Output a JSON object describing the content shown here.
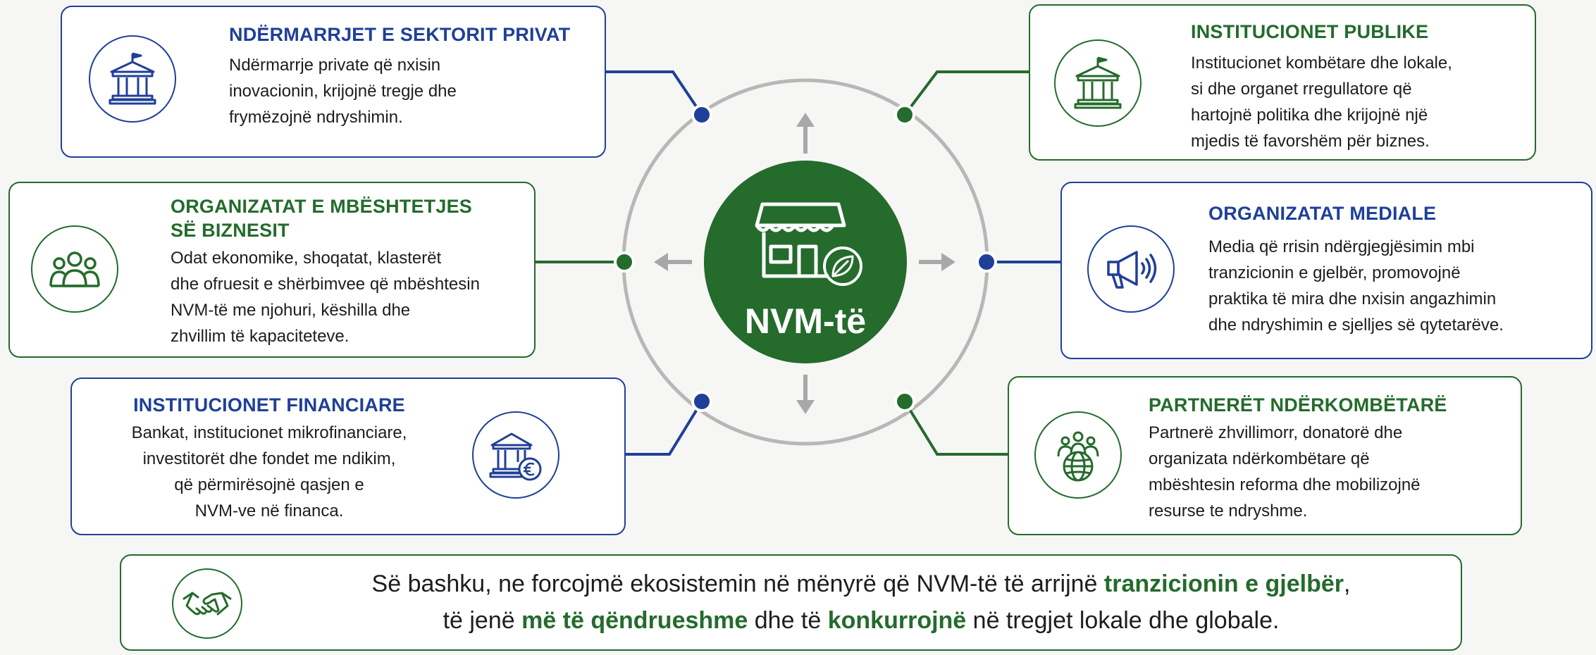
{
  "hub": {
    "label": "NVM-të"
  },
  "cards": {
    "private_sector": {
      "title": "NDËRMARRJET E SEKTORIT PRIVAT",
      "lines": [
        "Ndërmarrje private që nxisin",
        "inovacionin, krijojnë tregje dhe",
        "frymëzojnë ndryshimin."
      ]
    },
    "public_institutions": {
      "title": "INSTITUCIONET PUBLIKE",
      "lines": [
        "Institucionet kombëtare dhe lokale,",
        "si dhe organet rregullatore që",
        "hartojnë politika dhe krijojnë një",
        "mjedis të favorshëm për biznes."
      ]
    },
    "business_support": {
      "title_lines": [
        "ORGANIZATAT E MBËSHTETJES",
        "SË BIZNESIT"
      ],
      "lines": [
        "Odat ekonomike, shoqatat, klasterët",
        "dhe ofruesit e shërbimvee që mbështesin",
        "NVM-të me njohuri, këshilla dhe",
        "zhvillim të kapaciteteve."
      ]
    },
    "media": {
      "title": "ORGANIZATAT MEDIALE",
      "lines": [
        "Media që rrisin ndërgjegjësimin mbi",
        "tranzicionin e gjelbër, promovojnë",
        "praktika të mira dhe nxisin angazhimin",
        "dhe ndryshimin e sjelljes së qytetarëve."
      ]
    },
    "financial": {
      "title": "INSTITUCIONET FINANCIARE",
      "lines": [
        "Bankat, institucionet mikrofinanciare,",
        "investitorët dhe fondet me ndikim,",
        "që përmirësojnë qasjen e",
        "NVM-ve në financa."
      ]
    },
    "international": {
      "title": "PARTNERËT NDËRKOMBËTARË",
      "lines": [
        "Partnerë zhvillimorr, donatorë dhe",
        "organizata ndërkombëtare që",
        "mbështesin reforma dhe mobilizojnë",
        "resurse te ndryshme."
      ]
    }
  },
  "footer": {
    "line1_a": "Së bashku, ne forcojmë ekosistemin në mënyrë që NVM-të të arrijnë ",
    "line1_b": "tranzicionin e gjelbër",
    "line1_c": ",",
    "line2_a": "të jenë ",
    "line2_b": "më të qëndrueshme",
    "line2_c": " dhe të ",
    "line2_d": "konkurrojnë",
    "line2_e": " në tregjet lokale dhe globale."
  },
  "colors": {
    "blue": "#1f3f99",
    "green": "#246b2c",
    "ring": "#b7b7b7",
    "arrow": "#a8a8a8"
  },
  "icons": {
    "hub": "storefront-leaf-icon",
    "private_sector": "bank-building-icon",
    "public_institutions": "government-building-icon",
    "business_support": "group-people-icon",
    "media": "megaphone-icon",
    "financial": "bank-euro-icon",
    "international": "globe-people-icon",
    "footer": "handshake-icon"
  }
}
